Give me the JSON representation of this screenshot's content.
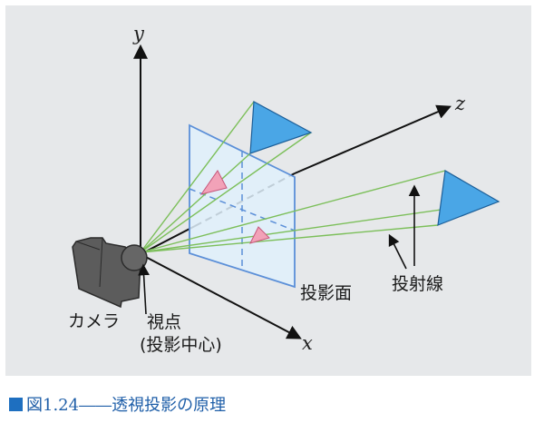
{
  "axes": {
    "x": "x",
    "y": "y",
    "z": "z"
  },
  "labels": {
    "camera": "カメラ",
    "viewpoint_line1": "視点",
    "viewpoint_line2": "(投影中心)",
    "projection_plane": "投影面",
    "projection_lines": "投射線"
  },
  "caption": "図1.24――透視投影の原理",
  "colors": {
    "background": "#e6e8ea",
    "triangle_fill": "#4aa6e6",
    "projected_triangle_fill": "#f2a2b8",
    "plane_fill": "#dff0fb",
    "plane_stroke": "#5b8fd8",
    "projection_line": "#7cbf5a",
    "axis": "#111111",
    "camera": "#5c5c5c",
    "caption": "#1e5ea8"
  },
  "icons": {
    "camera": "camera-icon"
  }
}
